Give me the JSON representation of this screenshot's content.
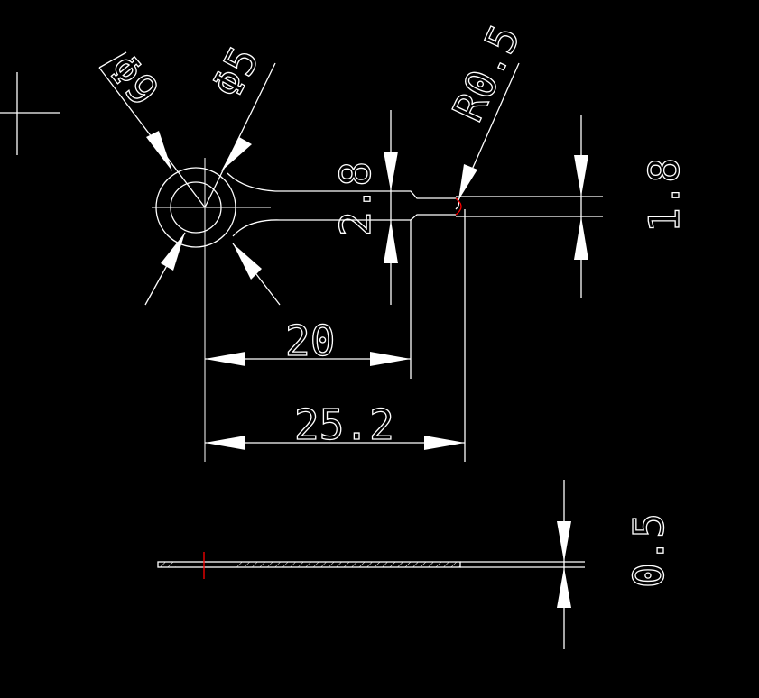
{
  "drawing": {
    "background": "#000000",
    "line_color": "#ffffff",
    "accent_color": "#ff0000",
    "dimensions": {
      "dia_outer": "Φ9",
      "dia_inner": "Φ5",
      "radius_tip": "R0.5",
      "width_neck": "2.8",
      "width_tip": "1.8",
      "length_short": "20",
      "length_total": "25.2",
      "thickness": "0.5"
    }
  }
}
